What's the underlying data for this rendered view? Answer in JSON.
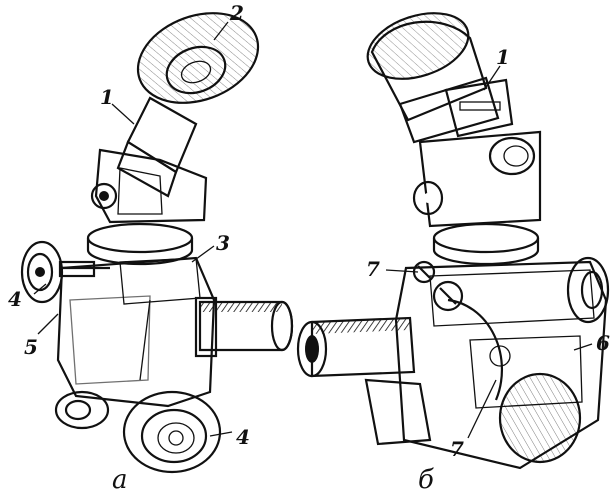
{
  "left_view": {
    "caption": "а",
    "callouts": {
      "c1": "1",
      "c2": "2",
      "c3": "3",
      "c4a": "4",
      "c4b": "4",
      "c5": "5"
    }
  },
  "right_view": {
    "caption": "б",
    "callouts": {
      "c1": "1",
      "c6": "6",
      "c7a": "7",
      "c7b": "7"
    }
  }
}
